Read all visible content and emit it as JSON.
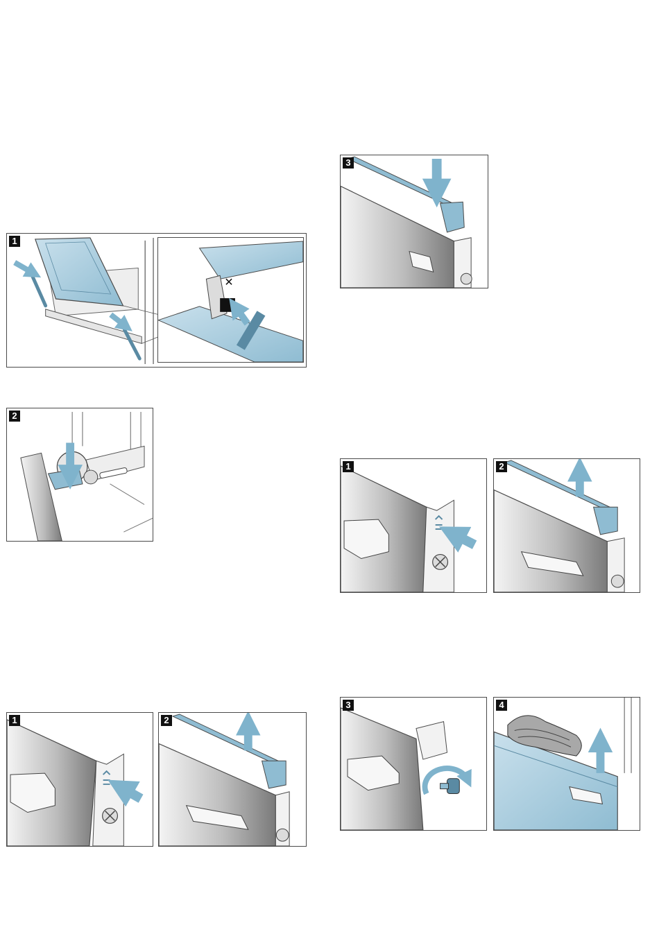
{
  "colors": {
    "accent": "#7fb3cc",
    "accent_light": "#b9d8e6",
    "frame": "#4a4a4a",
    "badge": "#111111"
  },
  "figures": {
    "a1": {
      "step": "1",
      "image": "oven-door-hinge-lever-with-detail-inset"
    },
    "a2": {
      "step": "2",
      "image": "hinge-clamp-pressed-down"
    },
    "b1": {
      "step": "1",
      "image": "door-side-clip-pressed"
    },
    "b2": {
      "step": "2",
      "image": "door-top-cover-lifted-off"
    },
    "r3": {
      "step": "3",
      "image": "door-top-cover-pressed-on"
    },
    "c1": {
      "step": "1",
      "image": "door-side-clip-pressed"
    },
    "c2": {
      "step": "2",
      "image": "door-top-cover-lifted-off"
    },
    "c3": {
      "step": "3",
      "image": "door-screw-unscrewed"
    },
    "c4": {
      "step": "4",
      "image": "inner-glass-pane-removed-with-cloth"
    }
  }
}
